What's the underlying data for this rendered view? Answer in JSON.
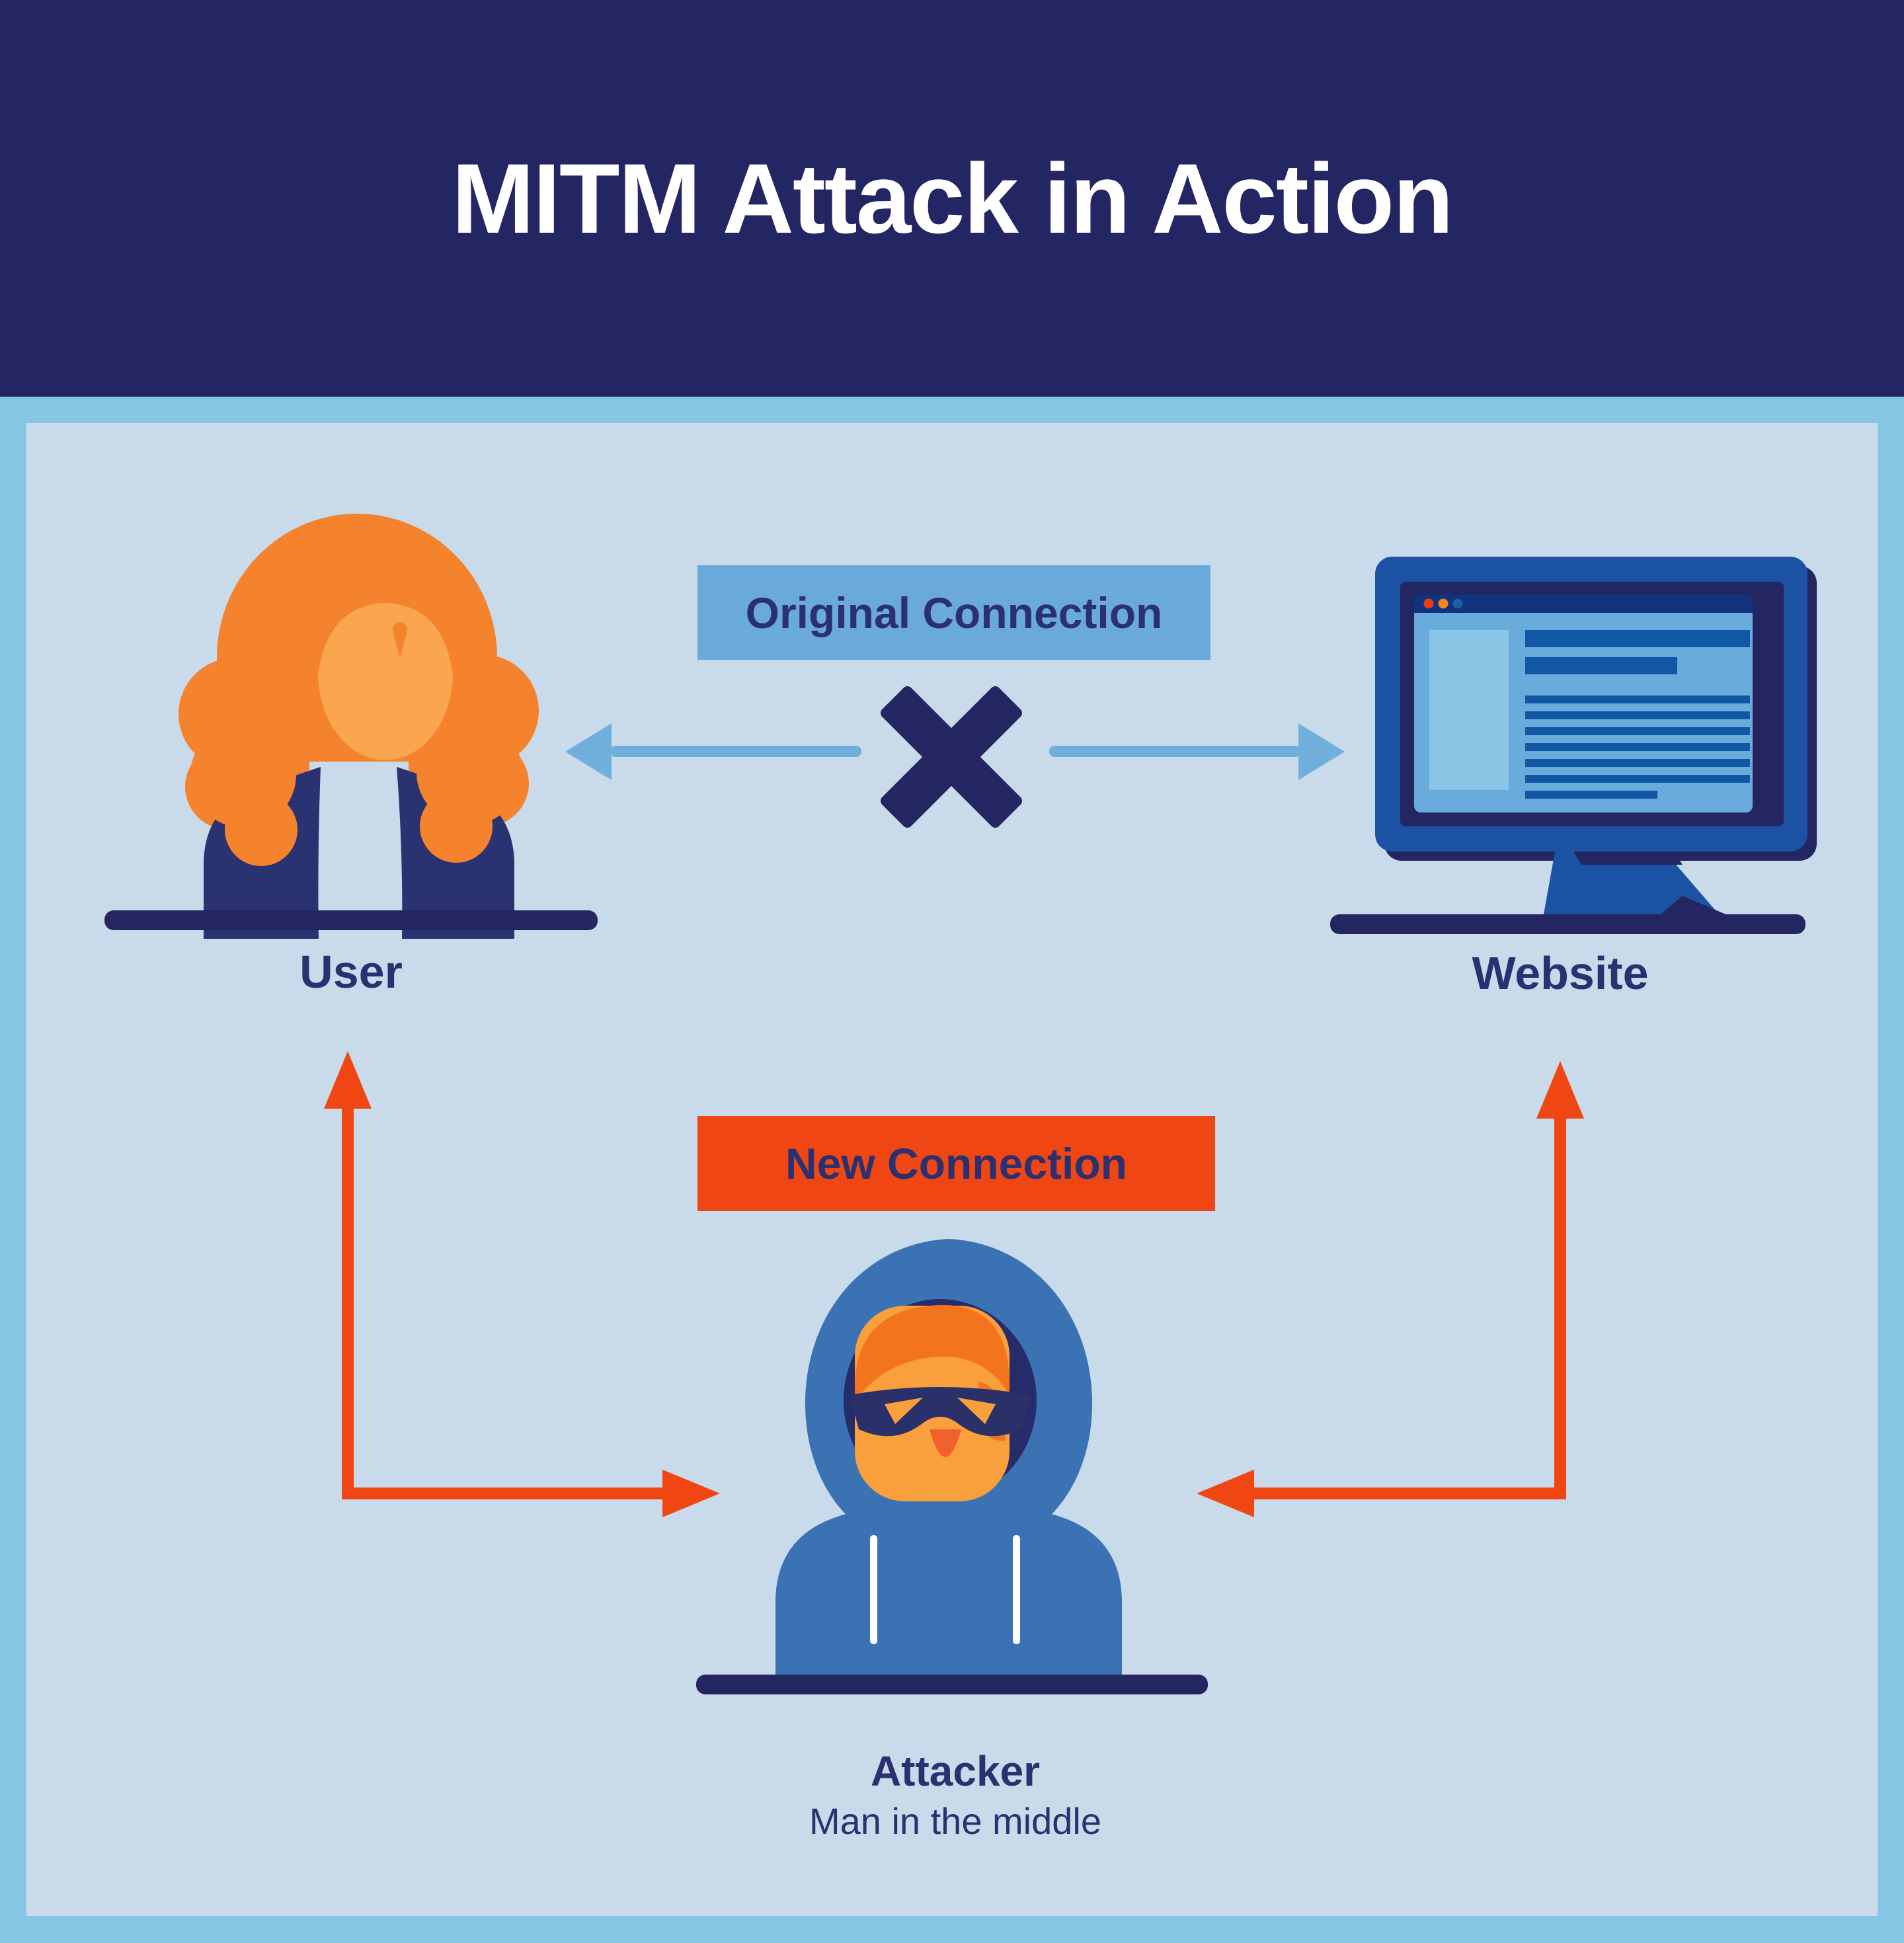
{
  "header": {
    "title": "MITM Attack in Action"
  },
  "diagram": {
    "original_connection": {
      "label": "Original Connection",
      "status_icon": "blocked-cross-icon"
    },
    "new_connection": {
      "label": "New Connection"
    },
    "nodes": {
      "user": {
        "label": "User",
        "icon": "user-avatar-icon"
      },
      "website": {
        "label": "Website",
        "icon": "website-monitor-icon"
      },
      "attacker": {
        "label": "Attacker",
        "sublabel": "Man in the middle",
        "icon": "hooded-attacker-icon"
      }
    },
    "arrows": {
      "original_left": "blue-arrow-to-user-icon",
      "original_right": "blue-arrow-to-website-icon",
      "new_left": "orange-elbow-arrow-user-attacker-icon",
      "new_right": "orange-elbow-arrow-website-attacker-icon"
    }
  },
  "colors": {
    "header_bg": "#232662",
    "border": "#87C6E2",
    "panel_bg": "#C9DBEA",
    "dark_navy": "#232661",
    "text_navy": "#2B3170",
    "original_box_blue": "#69A9DB",
    "original_arrow_blue": "#70AFDC",
    "new_accent_orange": "#EF4613",
    "title_text": "#FFFFFF",
    "user_hair": "#F5822C",
    "user_face": "#F9A64F",
    "attacker_hood_blue": "#3B72B4",
    "attacker_face": "#F9A03C",
    "monitor_frame_blue": "#1C52A4",
    "browser_titlebar": "#11337E",
    "browser_content": "#69ACDC",
    "browser_sidebar": "#8AC5E6",
    "browser_lines": "#1157A3"
  }
}
